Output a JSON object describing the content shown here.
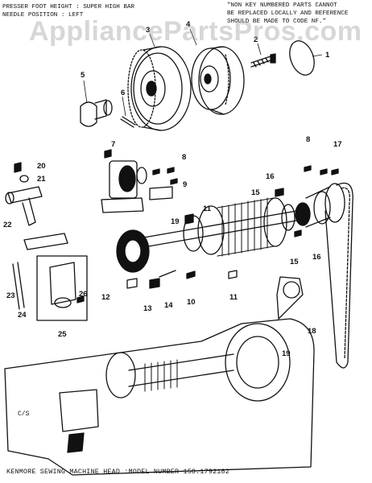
{
  "header": {
    "left_lines": [
      "PRESSER FOOT HEIGHT : SUPER HIGH BAR",
      "NEEDLE POSITION : LEFT"
    ],
    "right_lines": [
      "\"NON KEY NUMBERED PARTS CANNOT",
      "BE REPLACED LOCALLY AND REFERENCE",
      "SHOULD BE MADE TO CODE NF.\""
    ]
  },
  "watermark": "AppliancePartsPros.com",
  "corner_mark": "C/S",
  "footer": "KENMORE SEWING MACHINE HEAD :MODEL NUMBER 158.1792182",
  "callouts": {
    "c1": "1",
    "c2": "2",
    "c3": "3",
    "c4": "4",
    "c5": "5",
    "c6": "6",
    "c7": "7",
    "c8a": "8",
    "c8b": "8",
    "c9": "9",
    "c10": "10",
    "c11a": "11",
    "c11b": "11",
    "c12": "12",
    "c13": "13",
    "c14": "14",
    "c15a": "15",
    "c15b": "15",
    "c16a": "16",
    "c16b": "16",
    "c17": "17",
    "c18": "18",
    "c19": "19",
    "c20": "20",
    "c21": "21",
    "c22": "22",
    "c23": "23",
    "c24": "24",
    "c25": "25",
    "c26": "26"
  },
  "colors": {
    "ink": "#111111",
    "paper": "#ffffff",
    "watermark": "#969696"
  }
}
